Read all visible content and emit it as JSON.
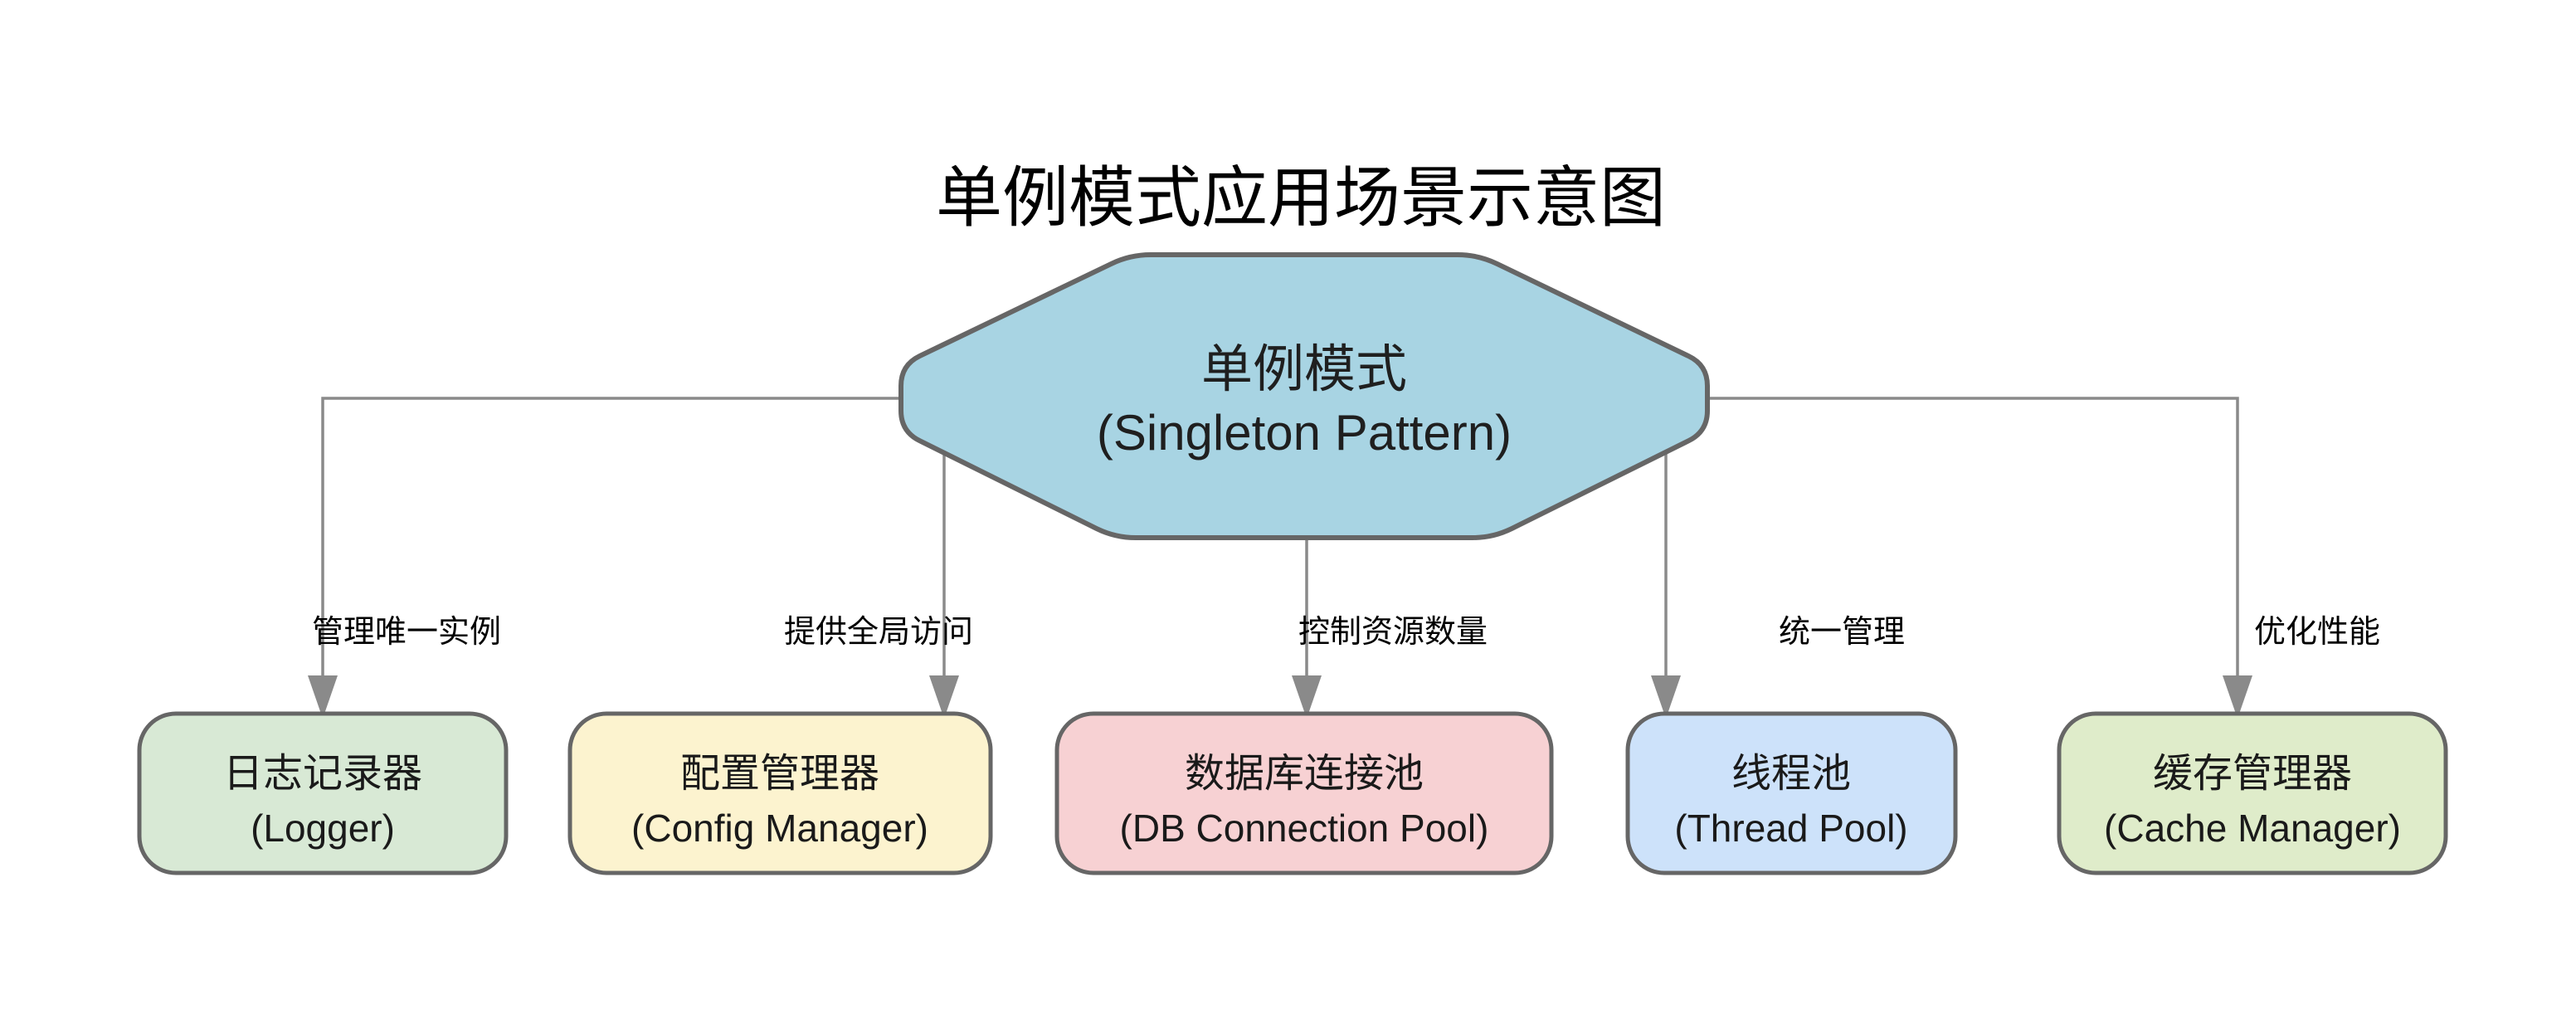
{
  "title": "单例模式应用场景示意图",
  "colors": {
    "background": "#ffffff",
    "edge": "#8a8a8a",
    "node_border": "#666666",
    "text": "#1a1a1a"
  },
  "center_node": {
    "label_zh": "单例模式",
    "label_en": "(Singleton Pattern)",
    "fill": "#a8d4e3"
  },
  "nodes": [
    {
      "id": "logger",
      "label_zh": "日志记录器",
      "label_en": "(Logger)",
      "fill": "#d8e9d5",
      "edge_label": "管理唯一实例"
    },
    {
      "id": "config-manager",
      "label_zh": "配置管理器",
      "label_en": "(Config Manager)",
      "fill": "#fcf3cf",
      "edge_label": "提供全局访问"
    },
    {
      "id": "db-connection-pool",
      "label_zh": "数据库连接池",
      "label_en": "(DB Connection Pool)",
      "fill": "#f7d1d3",
      "edge_label": "控制资源数量"
    },
    {
      "id": "thread-pool",
      "label_zh": "线程池",
      "label_en": "(Thread Pool)",
      "fill": "#cde2fa",
      "edge_label": "统一管理"
    },
    {
      "id": "cache-manager",
      "label_zh": "缓存管理器",
      "label_en": "(Cache Manager)",
      "fill": "#dfecca",
      "edge_label": "优化性能"
    }
  ]
}
